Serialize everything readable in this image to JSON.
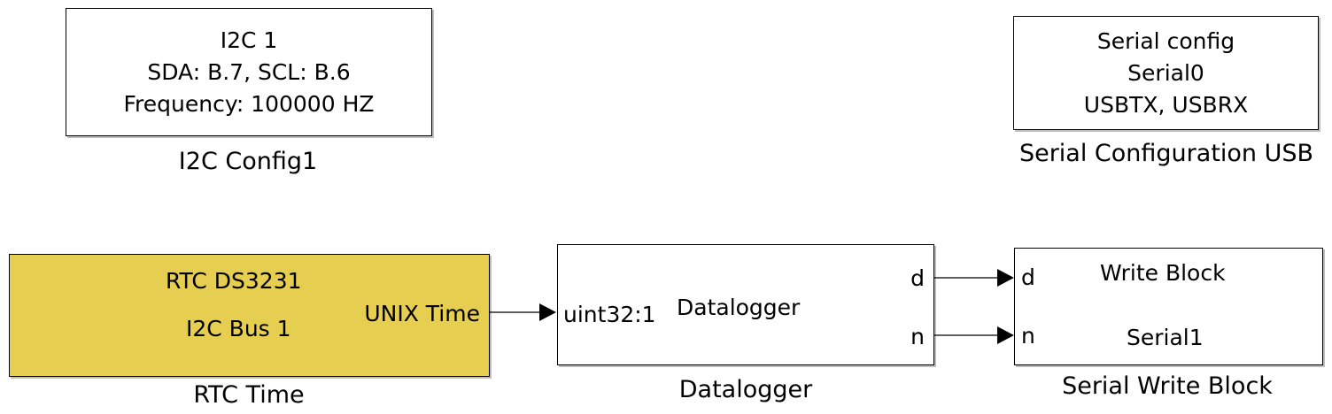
{
  "i2c_config": {
    "lines": [
      "I2C 1",
      "SDA: B.7, SCL: B.6",
      "Frequency: 100000 HZ"
    ],
    "caption": "I2C Config1"
  },
  "serial_config": {
    "lines": [
      "Serial config",
      "Serial0",
      "USBTX, USBRX"
    ],
    "caption": "Serial Configuration USB"
  },
  "rtc": {
    "title": "RTC DS3231",
    "bus": "I2C Bus 1",
    "output_port": "UNIX Time",
    "caption": "RTC Time",
    "fill_color": "#e5ce50"
  },
  "datalogger": {
    "title": "Datalogger",
    "input_port": "uint32:1",
    "output_ports": [
      "d",
      "n"
    ],
    "caption": "Datalogger"
  },
  "serial_write": {
    "title": "Write Block",
    "port_label": "Serial1",
    "input_ports": [
      "d",
      "n"
    ],
    "caption": "Serial Write Block"
  }
}
